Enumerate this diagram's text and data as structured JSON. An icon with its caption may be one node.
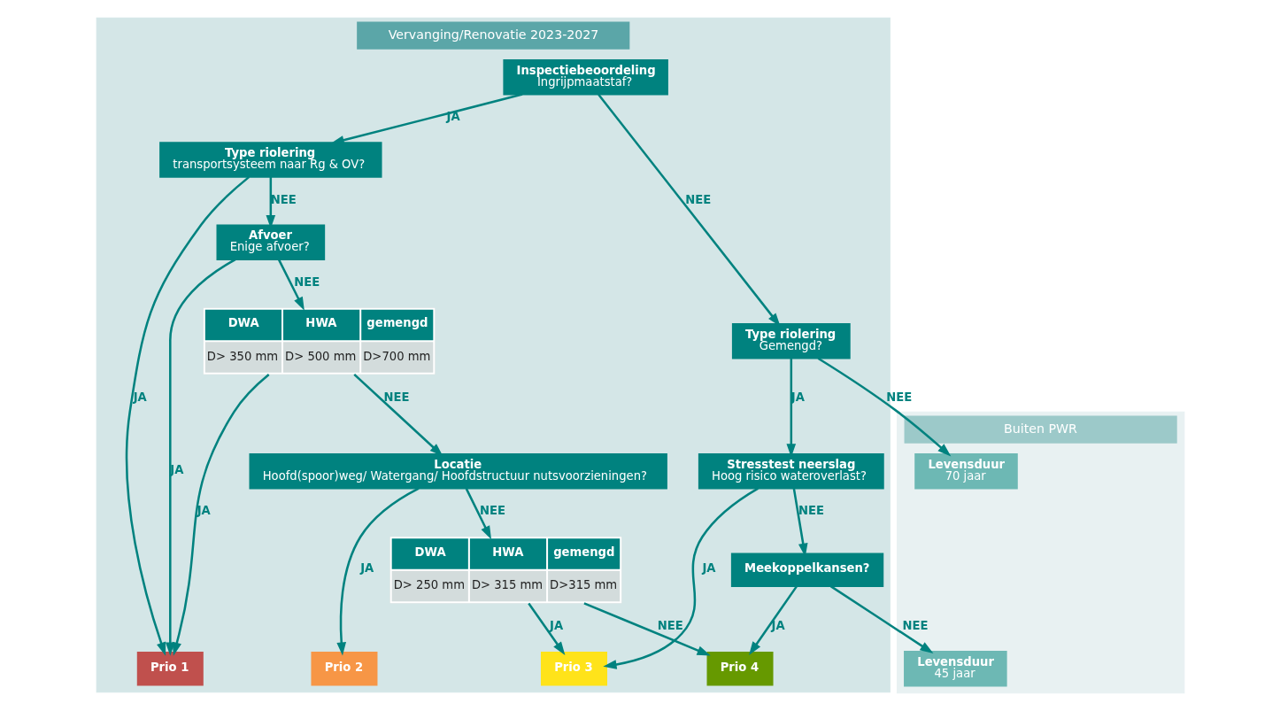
{
  "diagram": {
    "nodes": [
      {
        "text": [
          "Vervanging/Renovatie 2023-2027"
        ]
      },
      {
        "text": [
          "Buiten PWR"
        ]
      },
      {
        "text": [
          "Inspectiebeoordeling",
          "Ingrijpmaatstaf?"
        ],
        "in": 0
      },
      {
        "text": [
          "Type riolering",
          "transportsysteem naar Rg & OV?"
        ],
        "in": 0
      },
      {
        "text": [
          "Afvoer",
          "Enige afvoer?"
        ],
        "in": 0
      },
      {
        "text": [
          "DWA",
          "HWA",
          "gemengd",
          "D> 350 mm",
          "D> 500 mm",
          "D>700 mm"
        ],
        "in": 0
      },
      {
        "text": [
          "Locatie",
          "Hoofd(spoor)weg/ Watergang/ Hoofdstructuur nutsvoorzieningen?"
        ],
        "in": 0
      },
      {
        "text": [
          "Type riolering",
          "Gemengd?"
        ],
        "in": 0
      },
      {
        "text": [
          "Stresstest neerslag",
          "Hoog risico wateroverlast?"
        ],
        "in": 0
      },
      {
        "text": [
          "DWA",
          "HWA",
          "gemengd",
          "D> 250 mm",
          "D> 315 mm",
          "D>315 mm"
        ],
        "in": 0
      },
      {
        "text": [
          "Meekoppelkansen?"
        ],
        "in": 0
      },
      {
        "text": [
          "Levensduur",
          "70 jaar"
        ],
        "in": 1
      },
      {
        "text": [
          "Levensduur",
          "45 jaar"
        ],
        "in": 1
      },
      {
        "text": [
          "Prio 1"
        ],
        "in": 0
      },
      {
        "text": [
          "Prio 2"
        ],
        "in": 0
      },
      {
        "text": [
          "Prio 3"
        ],
        "in": 0
      },
      {
        "text": [
          "Prio 4"
        ],
        "in": 0
      }
    ],
    "edges": [
      {
        "from": 2,
        "to": 7,
        "arrow": "to",
        "label": "NEE"
      },
      {
        "from": 2,
        "to": 3,
        "arrow": "to",
        "label": "JA"
      },
      {
        "from": 3,
        "to": 4,
        "arrow": "to",
        "label": "NEE"
      },
      {
        "from": 3,
        "to": 13,
        "arrow": "to",
        "label": "JA"
      },
      {
        "from": 4,
        "to": 13,
        "arrow": "to",
        "label": "JA"
      },
      {
        "from": 4,
        "to": 5,
        "arrow": "to",
        "label": "NEE"
      },
      {
        "from": 5,
        "to": 13,
        "arrow": "to",
        "label": "JA"
      },
      {
        "from": 5,
        "to": 6,
        "arrow": "to",
        "label": "NEE"
      },
      {
        "from": 6,
        "to": 14,
        "arrow": "to",
        "label": "JA"
      },
      {
        "from": 6,
        "to": 9,
        "arrow": "to",
        "label": "NEE"
      },
      {
        "from": 7,
        "to": 11,
        "arrow": "to",
        "label": "NEE"
      },
      {
        "from": 7,
        "to": 8,
        "arrow": "to",
        "label": "JA"
      },
      {
        "from": 8,
        "to": 10,
        "arrow": "to",
        "label": "NEE"
      },
      {
        "from": 8,
        "to": 15,
        "arrow": "to",
        "label": "JA"
      },
      {
        "from": 9,
        "to": 15,
        "arrow": "to",
        "label": "JA"
      },
      {
        "from": 9,
        "to": 16,
        "arrow": "to",
        "label": "NEE"
      },
      {
        "from": 10,
        "to": 12,
        "arrow": "to",
        "label": "NEE"
      },
      {
        "from": 10,
        "to": 16,
        "arrow": "to",
        "label": "JA"
      }
    ]
  }
}
